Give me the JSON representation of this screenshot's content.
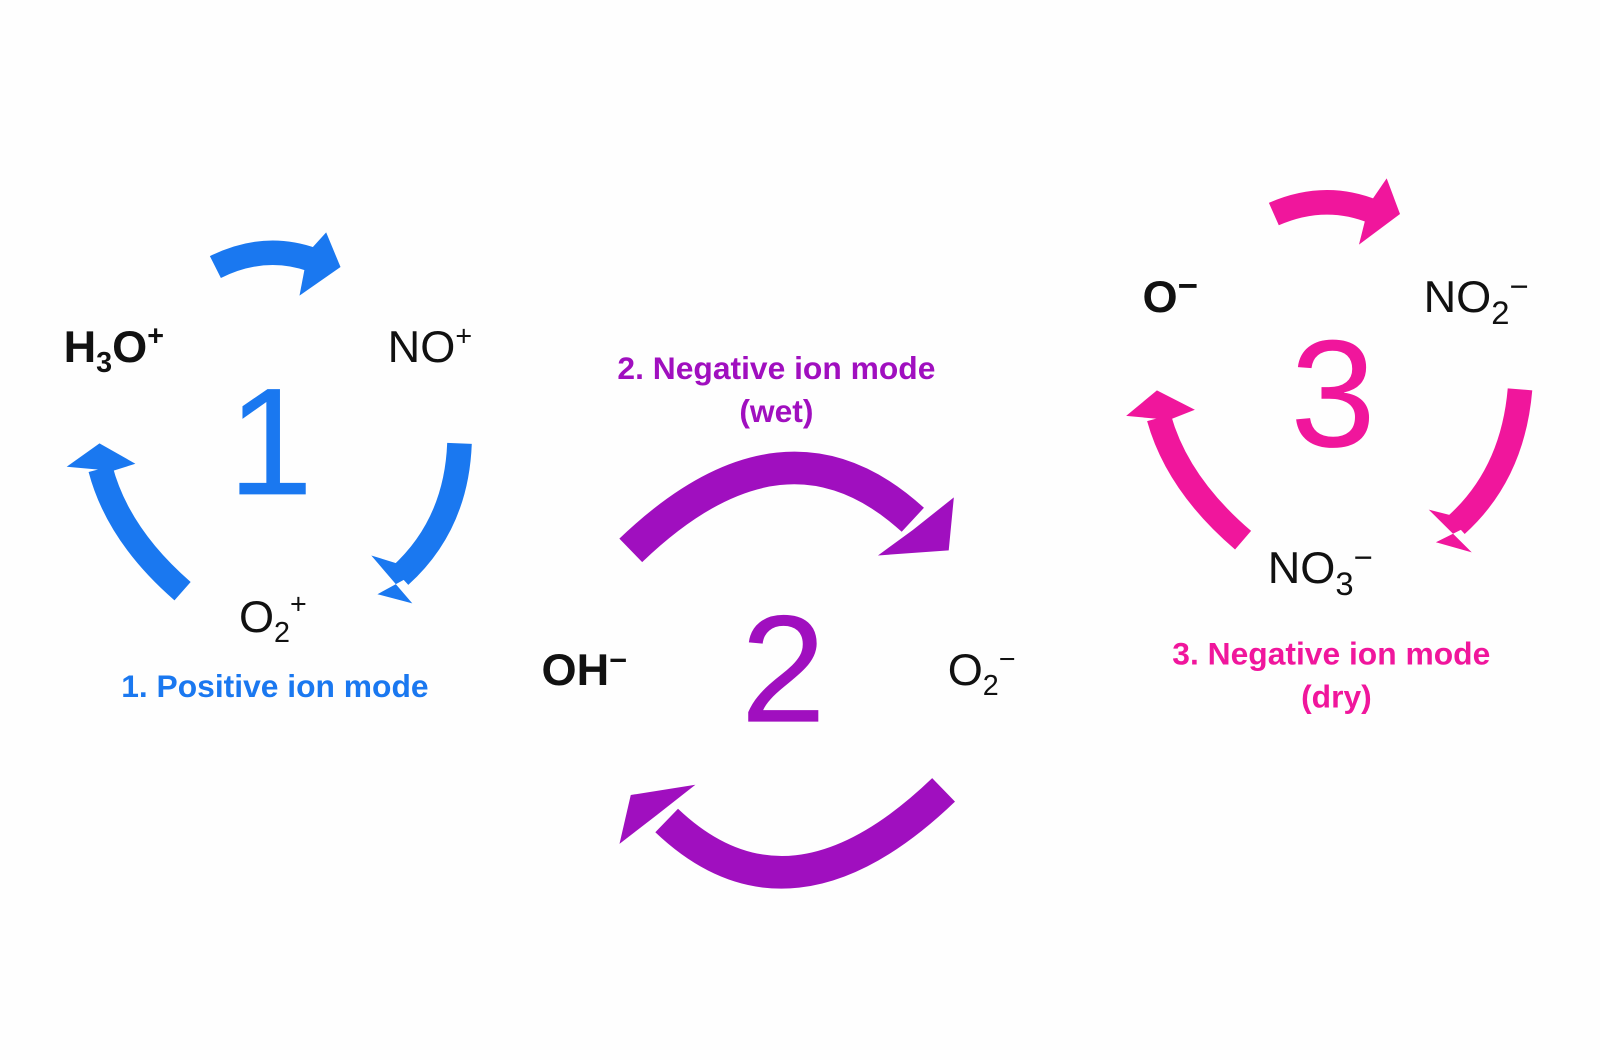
{
  "colors": {
    "blue": "#1a78f0",
    "purple": "#a00fbf",
    "pink": "#f0169c",
    "ink": "#111111"
  },
  "cycle1": {
    "number": "1",
    "label": "1. Positive ion mode",
    "ions": {
      "h3o": {
        "a": "H",
        "sub": "3",
        "b": "O",
        "sup": "+"
      },
      "no": {
        "a": "NO",
        "sup": "+"
      },
      "o2": {
        "a": "O",
        "sub": "2",
        "sup": "+"
      }
    }
  },
  "cycle2": {
    "number": "2",
    "label_line1": "2. Negative ion mode",
    "label_line2": "(wet)",
    "ions": {
      "oh": {
        "a": "OH",
        "sup": "−"
      },
      "o2": {
        "a": "O",
        "sub": "2",
        "sup": "−"
      }
    }
  },
  "cycle3": {
    "number": "3",
    "label_line1": "3. Negative ion mode",
    "label_line2": "(dry)",
    "ions": {
      "o": {
        "a": "O",
        "sup": "−"
      },
      "no2": {
        "a": "NO",
        "sub": "2",
        "sup": "−"
      },
      "no3": {
        "a": "NO",
        "sub": "3",
        "sup": "−"
      }
    }
  }
}
